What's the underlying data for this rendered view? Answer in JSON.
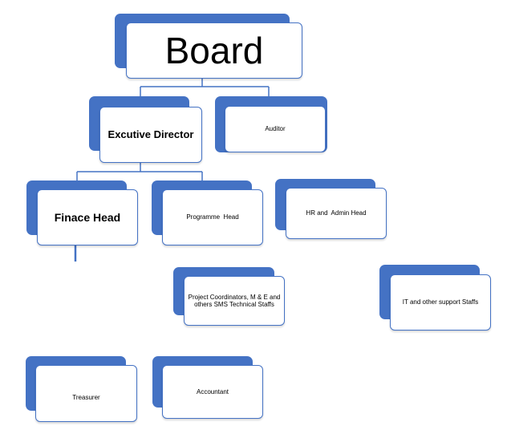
{
  "colors": {
    "accent": "#4472c4",
    "connector": "#4472c4",
    "background": "#ffffff"
  },
  "nodes": {
    "board": "Board",
    "executive_director": "Excutive Director",
    "auditor": "Auditor",
    "finance_head": "Finace Head",
    "programme_head": "Programme  Head",
    "hr_admin_head": "HR and  Admin Head",
    "project_coordinators": "Project Coordinators,  M & E  and others SMS Technical  Staffs",
    "it_support_staffs": "IT and other  support Staffs",
    "treasurer": "Treasurer",
    "accountant": "Accountant"
  }
}
